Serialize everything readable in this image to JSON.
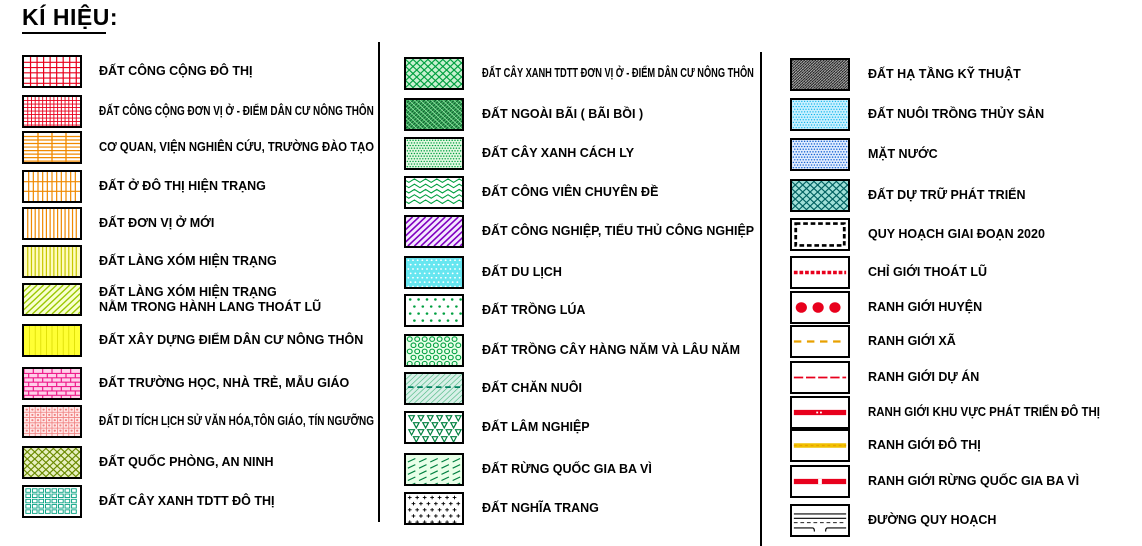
{
  "title": "KÍ HIỆU:",
  "columns": [
    {
      "items": [
        {
          "label": "ĐẤT CÔNG CỘNG ĐÔ THỊ",
          "icon": "red-grid-pattern",
          "color": "#e8001c"
        },
        {
          "label": "ĐẤT CÔNG CỘNG ĐƠN VỊ Ở - ĐIỂM DÂN CƯ NÔNG THÔN",
          "icon": "red-fine-grid-pattern",
          "color": "#e8001c"
        },
        {
          "label": "CƠ QUAN, VIỆN NGHIÊN CỨU, TRƯỜNG ĐÀO TẠO",
          "icon": "orange-lines-pattern",
          "color": "#f08a00"
        },
        {
          "label": "ĐẤT Ở ĐÔ THỊ HIỆN TRẠNG",
          "icon": "orange-stripes-pattern",
          "color": "#f08a00"
        },
        {
          "label": "ĐẤT  ĐƠN VỊ Ở MỚI",
          "icon": "orange-vertical-pattern",
          "color": "#f08a00"
        },
        {
          "label": "ĐẤT LÀNG XÓM HIỆN TRẠNG",
          "icon": "yellow-vertical-pattern",
          "color": "#c8c800"
        },
        {
          "label": "ĐẤT LÀNG XÓM HIỆN TRẠNG",
          "label2": "NẰM TRONG HÀNH LANG THOÁT LŨ",
          "icon": "yellow-diagonal-pattern",
          "color": "#9bc800"
        },
        {
          "label": "ĐẤT XÂY DỰNG ĐIỂM DÂN CƯ NÔNG THÔN",
          "icon": "yellow-fill-pattern",
          "color": "#ffff33"
        },
        {
          "label": "ĐẤT TRƯỜNG HỌC, NHÀ TRẺ, MẪU GIÁO",
          "icon": "pink-brick-pattern",
          "color": "#ee1c8c"
        },
        {
          "label": "ĐẤT DI TÍCH LỊCH SỬ VĂN HÓA,TÔN GIÁO, TÍN NGƯỠNG",
          "icon": "pink-ornament-pattern",
          "color": "#f08080"
        },
        {
          "label": "ĐẤT QUỐC PHÒNG, AN NINH",
          "icon": "green-lattice-pattern",
          "color": "#6a8a00"
        },
        {
          "label": "ĐẤT CÂY XANH TDTT ĐÔ THỊ",
          "icon": "teal-box-pattern",
          "color": "#00a080"
        }
      ]
    },
    {
      "items": [
        {
          "label": "ĐẤT CÂY XANH TDTT ĐƠN VỊ Ở - ĐIỂM DÂN CƯ NÔNG THÔN",
          "icon": "green-diamond-pattern",
          "color": "#00a040"
        },
        {
          "label": "ĐẤT NGOÀI BÃI ( BÃI BỒI )",
          "icon": "green-dense-pattern",
          "color": "#00a040"
        },
        {
          "label": "ĐẤT CÂY XANH CÁCH LY",
          "icon": "green-dots-pattern",
          "color": "#00a040"
        },
        {
          "label": "ĐẤT CÔNG VIÊN CHUYÊN ĐỀ",
          "icon": "green-zigzag-pattern",
          "color": "#00a040"
        },
        {
          "label": "ĐẤT CÔNG NGHIỆP, TIỂU THỦ CÔNG NGHIỆP",
          "icon": "purple-hatch-pattern",
          "color": "#8000c0"
        },
        {
          "label": "ĐẤT DU LỊCH",
          "icon": "cyan-pattern",
          "color": "#66e6f0"
        },
        {
          "label": "ĐẤT TRỒNG LÚA",
          "icon": "green-sparse-dots-pattern",
          "color": "#00a040"
        },
        {
          "label": "ĐẤT TRỒNG CÂY HÀNG NĂM VÀ LÂU NĂM",
          "icon": "green-circles-pattern",
          "color": "#00a040"
        },
        {
          "label": "ĐẤT CHĂN NUÔI",
          "icon": "green-dash-pattern",
          "color": "#008060"
        },
        {
          "label": "ĐẤT LÂM NGHIỆP",
          "icon": "green-triangle-pattern",
          "color": "#008040"
        },
        {
          "label": "ĐẤT RỪNG QUỐC GIA BA VÌ",
          "icon": "green-slash-pattern",
          "color": "#008040"
        },
        {
          "label": "ĐẤT NGHĨA TRANG",
          "icon": "black-cross-pattern",
          "color": "#000000"
        }
      ]
    },
    {
      "items": [
        {
          "label": "ĐẤT HẠ TẦNG KỸ THUẬT",
          "icon": "black-crosshatch-pattern",
          "color": "#000000"
        },
        {
          "label": "ĐẤT NUÔI TRỒNG THỦY SẢN",
          "icon": "lightblue-dots-pattern",
          "color": "#00aee8"
        },
        {
          "label": "MẶT NƯỚC",
          "icon": "blue-dots-pattern",
          "color": "#1060d0"
        },
        {
          "label": "ĐẤT DỰ TRỮ PHÁT TRIỂN",
          "icon": "teal-weave-pattern",
          "color": "#00a0a0"
        },
        {
          "label": "QUY HOẠCH GIAI ĐOẠN 2020",
          "icon": "dashed-border-icon",
          "color": "#000000"
        },
        {
          "label": "CHỈ GIỚI THOÁT LŨ",
          "icon": "red-dashed-line-icon",
          "color": "#e8001c"
        },
        {
          "label": "RANH GIỚI HUYỆN",
          "icon": "red-dots-line-icon",
          "color": "#e8001c"
        },
        {
          "label": "RANH GIỚI XÃ",
          "icon": "orange-dash-line-icon",
          "color": "#e8a000"
        },
        {
          "label": "RANH GIỚI DỰ ÁN",
          "icon": "red-dashdot-line-icon",
          "color": "#e8001c"
        },
        {
          "label": "RANH GIỚI KHU VỰC PHÁT TRIỂN ĐÔ THỊ",
          "icon": "red-thick-line-icon",
          "color": "#e8001c"
        },
        {
          "label": "RANH GIỚI ĐÔ THỊ",
          "icon": "yellow-line-icon",
          "color": "#f0c000"
        },
        {
          "label": "RANH GIỚI RỪNG QUỐC GIA BA VÌ",
          "icon": "red-white-line-icon",
          "color": "#e8001c"
        },
        {
          "label": "ĐƯỜNG QUY HOẠCH",
          "icon": "road-icon",
          "color": "#000000"
        }
      ]
    }
  ]
}
